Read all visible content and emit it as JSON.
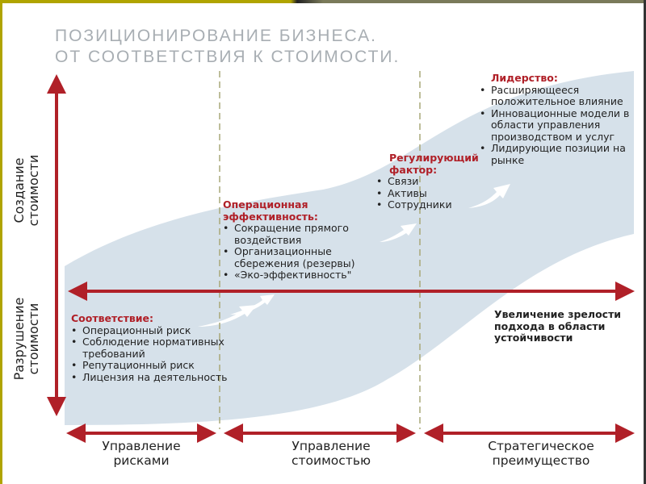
{
  "title": {
    "line1": "ПОЗИЦИОНИРОВАНИЕ БИЗНЕСА.",
    "line2": "ОТ СООТВЕТСТВИЯ К СТОИМОСТИ."
  },
  "y_axis": {
    "top": "Создание стоимости",
    "bottom": "Разрушение стоимости"
  },
  "blocks": {
    "compliance": {
      "heading": "Соответствие:",
      "items": [
        "Операционный риск",
        "Соблюдение нормативных требований",
        "Репутационный риск",
        "Лицензия на деятельность"
      ]
    },
    "efficiency": {
      "heading": "Операционная эффективность:",
      "items": [
        "Сокращение прямого воздействия",
        "Организационные сбережения (резервы)",
        "«Эко-эффективность\""
      ]
    },
    "regulating": {
      "heading": "Регулирующий фактор:",
      "items": [
        "Связи",
        "Активы",
        "Сотрудники"
      ]
    },
    "leadership": {
      "heading": "Лидерство:",
      "items": [
        "Расширяющееся положительное влияние",
        "Инновационные модели в области управления производством  и услуг",
        "Лидирующие позиции на рынке"
      ]
    }
  },
  "maturity_note": "Увеличение зрелости подхода в области устойчивости",
  "bottom": [
    "Управление рисками",
    "Управление стоимостью",
    "Стратегическое преимущество"
  ],
  "colors": {
    "arrow": "#b02028",
    "band": "#d6e1ea",
    "dash": "#a8a878",
    "title": "#a8aeb3"
  }
}
